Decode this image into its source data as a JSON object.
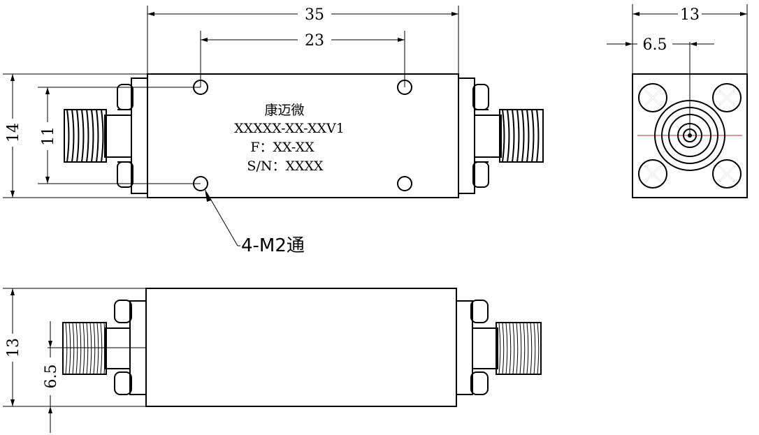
{
  "drawing": {
    "brand_cn": "康迈微",
    "model": "XXXXX-XX-XXV1",
    "freq": "F：XX-XX",
    "serial": "S/N：XXXX",
    "hole_note": "4-M2通"
  },
  "dimensions": {
    "top_length_overall": "35",
    "top_hole_spacing": "23",
    "top_height_overall": "14",
    "top_hole_height": "11",
    "end_width": "13",
    "end_center_offset": "6.5",
    "side_height": "13",
    "side_connector_offset": "6.5"
  },
  "colors": {
    "line": "#000000",
    "centerline": "#b33333",
    "background": "#ffffff"
  }
}
